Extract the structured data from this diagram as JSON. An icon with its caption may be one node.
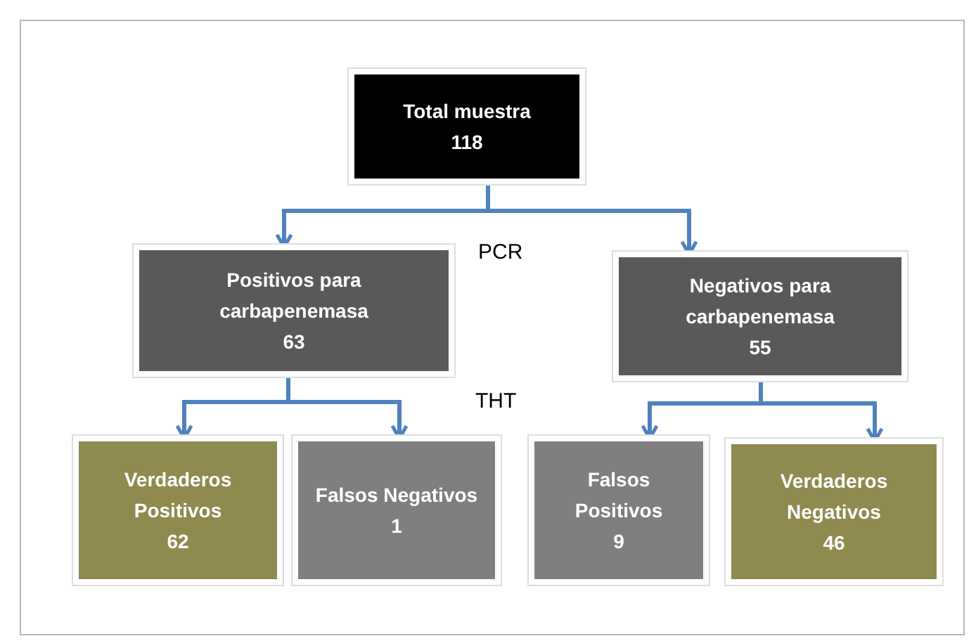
{
  "diagram": {
    "nodes": [
      {
        "text": [
          "Total muestra",
          "118"
        ]
      },
      {
        "text": [
          "Positivos para carbapenemasa",
          "63"
        ]
      },
      {
        "text": [
          "Negativos para carbapenemasa",
          "55"
        ]
      },
      {
        "text": [
          "Verdaderos Positivos",
          "62"
        ]
      },
      {
        "text": [
          "Falsos Negativos",
          "1"
        ]
      },
      {
        "text": [
          "Falsos Positivos",
          "9"
        ]
      },
      {
        "text": [
          "Verdaderos Negativos",
          "46"
        ]
      }
    ],
    "edges": [
      {
        "from": 0,
        "to": 1,
        "arrow": "to"
      },
      {
        "from": 0,
        "to": 2,
        "arrow": "to"
      },
      {
        "from": 1,
        "to": 3,
        "arrow": "to"
      },
      {
        "from": 1,
        "to": 4,
        "arrow": "to"
      },
      {
        "from": 2,
        "to": 5,
        "arrow": "to"
      },
      {
        "from": 2,
        "to": 6,
        "arrow": "to"
      }
    ],
    "labels": [
      "PCR",
      "THT"
    ]
  }
}
